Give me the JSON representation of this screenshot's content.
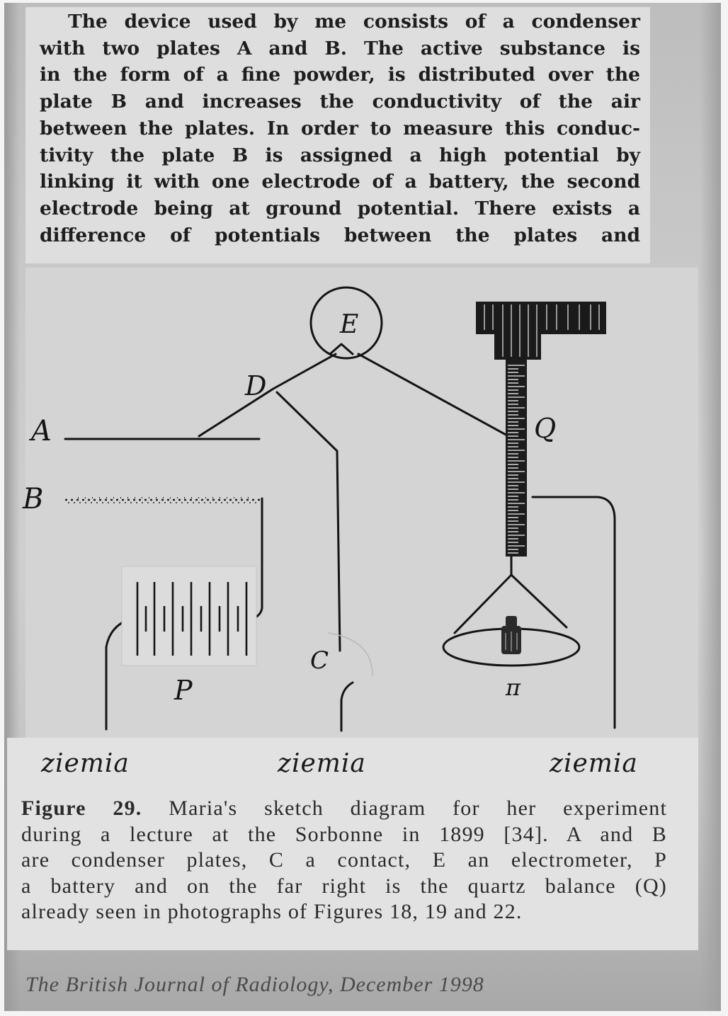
{
  "top_text": {
    "lines": [
      "The device used by me consists of a condenser",
      "with two plates A and B. The active substance is",
      "in the form of a fine powder, is distributed over the",
      "plate B and increases the conductivity of the air",
      "between the plates. In order to measure this conduc-",
      "tivity the plate B is assigned a high potential by",
      "linking it with one electrode of a battery, the second",
      "electrode being at ground potential. There exists a",
      "difference of potentials between the plates and"
    ]
  },
  "diagram": {
    "labels": {
      "A": "A",
      "B": "B",
      "C": "C",
      "D": "D",
      "E": "E",
      "P": "P",
      "Q": "Q",
      "pi": "π"
    },
    "ground_labels": [
      "ziemia",
      "ziemia",
      "ziemia"
    ]
  },
  "caption": {
    "figure_label": "Figure 29.",
    "lines": [
      "Maria's sketch diagram for her experiment",
      "during a lecture at the Sorbonne in 1899 [34]. A and B",
      "are condenser plates, C a contact, E an electrometer, P",
      "a battery and on the far right is the quartz balance (Q)",
      "already seen in photographs of Figures 18, 19 and 22."
    ]
  },
  "footer": {
    "citation": "The British Journal of Radiology, December 1998"
  }
}
